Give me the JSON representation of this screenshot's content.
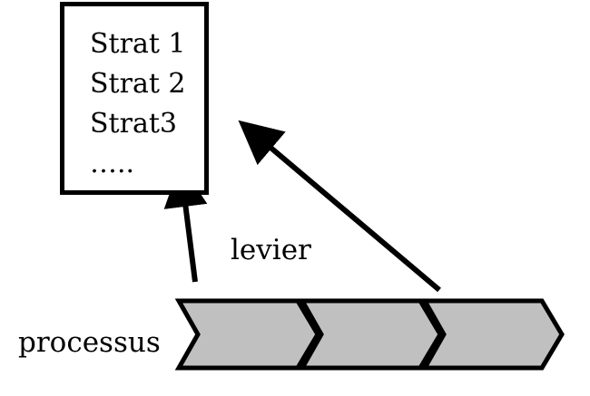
{
  "strategies": {
    "items": [
      "Strat 1",
      "Strat 2",
      "Strat3",
      "….."
    ]
  },
  "labels": {
    "lever": "levier",
    "process": "processus"
  },
  "colors": {
    "chevron_fill": "#c0c0c0",
    "stroke": "#000000",
    "background": "#ffffff"
  },
  "process_steps": 3
}
